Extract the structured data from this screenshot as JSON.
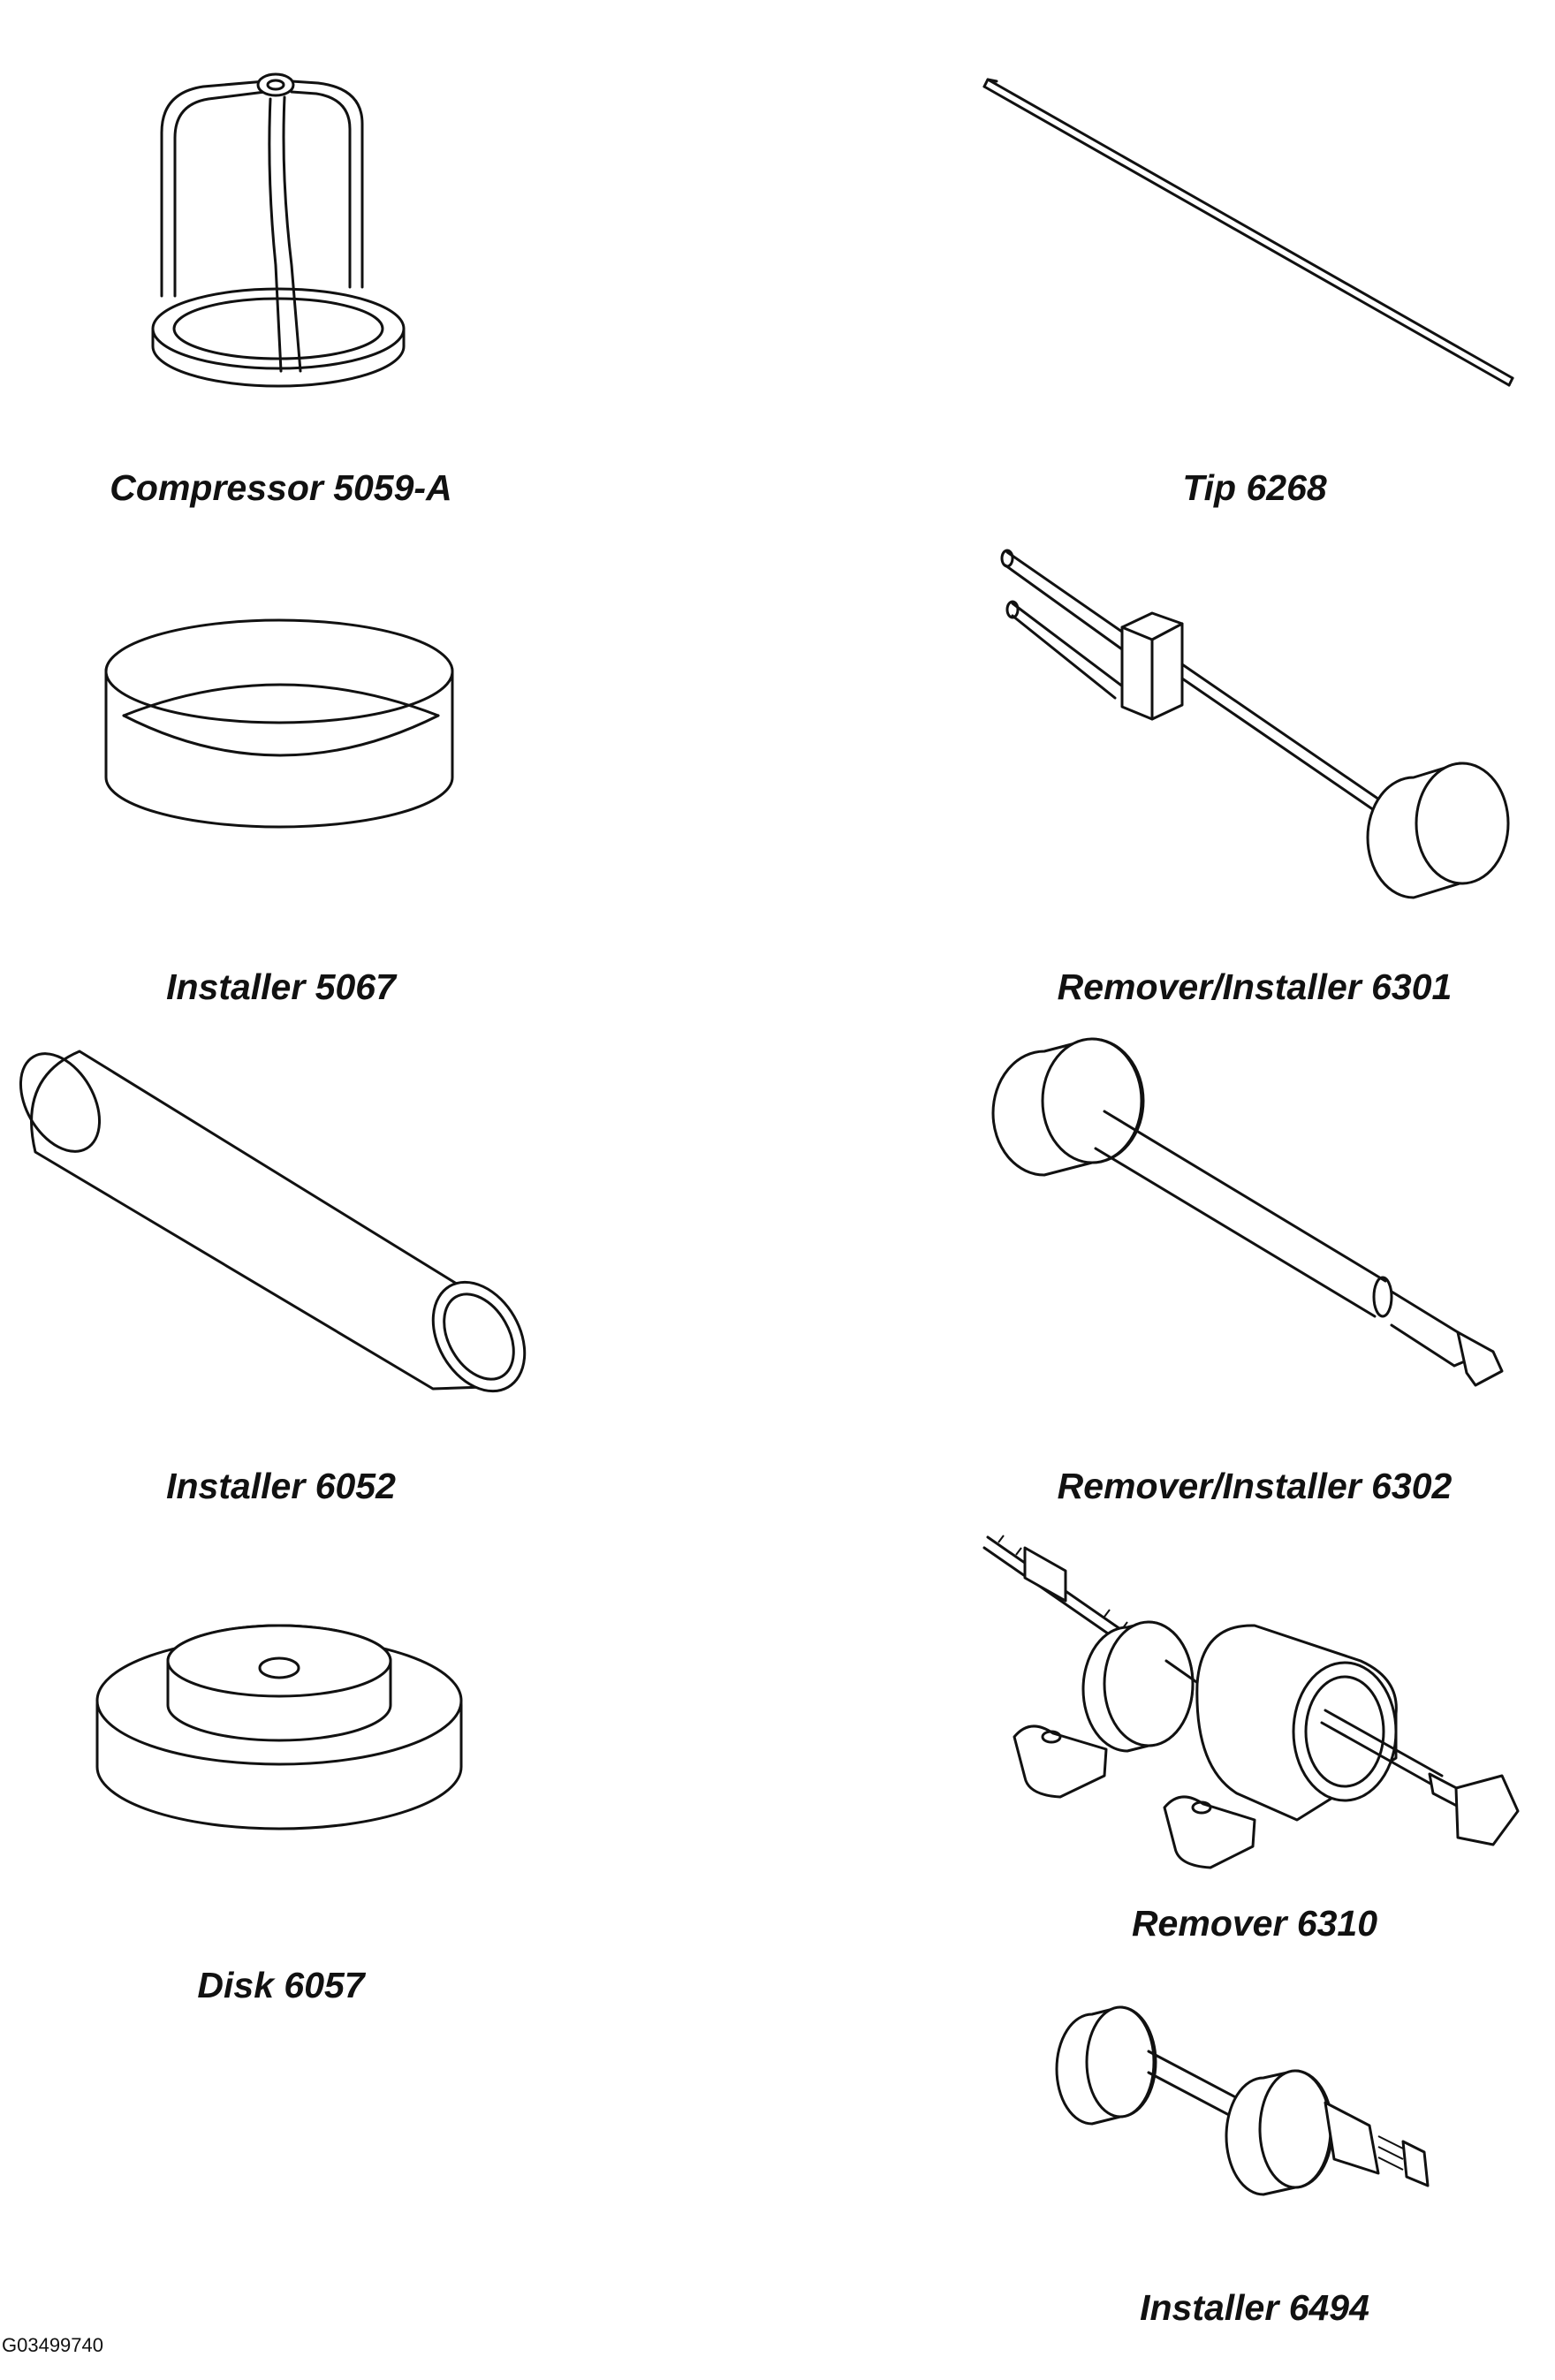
{
  "tools": [
    {
      "label": "Compressor 5059-A",
      "icon": "spring-compressor-icon"
    },
    {
      "label": "Tip 6268",
      "icon": "tip-rod-icon"
    },
    {
      "label": "Installer 5067",
      "icon": "ring-installer-icon"
    },
    {
      "label": "Remover/Installer 6301",
      "icon": "remover-installer-6301-icon"
    },
    {
      "label": "Installer 6052",
      "icon": "tube-installer-icon"
    },
    {
      "label": "Remover/Installer 6302",
      "icon": "remover-installer-6302-icon"
    },
    {
      "label": "Disk 6057",
      "icon": "disk-icon"
    },
    {
      "label": "Remover 6310",
      "icon": "puller-remover-icon"
    },
    {
      "label": "Installer 6494",
      "icon": "installer-6494-icon"
    }
  ],
  "figure_id": "G03499740"
}
